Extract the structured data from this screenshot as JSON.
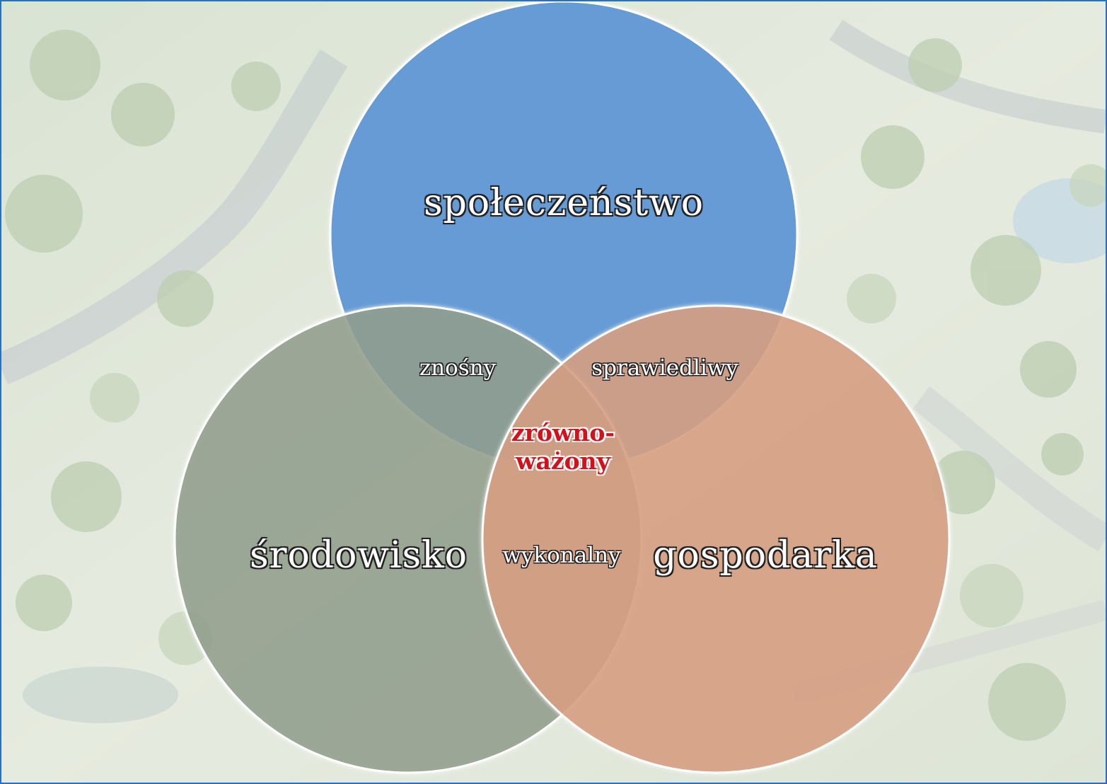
{
  "diagram": {
    "circles": {
      "top": {
        "label": "społeczeństwo",
        "color": "#2f87cf"
      },
      "left": {
        "label": "środowisko",
        "color": "#4c6a3c"
      },
      "right": {
        "label": "gospodarka",
        "color": "#c9742f"
      }
    },
    "overlaps": {
      "top_left": "znośny",
      "top_right": "sprawiedliwy",
      "left_right": "wykonalny"
    },
    "center": {
      "line1": "zrówno-",
      "line2": "ważony",
      "color": "#d4101a"
    }
  },
  "background": {
    "description_color": "#dfe6d7"
  }
}
